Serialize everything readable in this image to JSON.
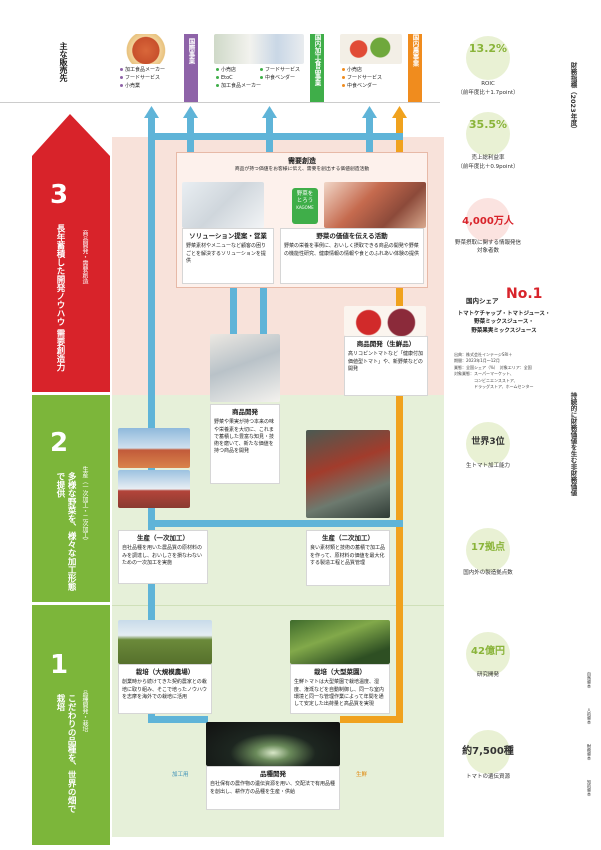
{
  "header": {
    "sales_label": "主な販売先"
  },
  "segments": [
    {
      "name": "国際事業",
      "color": "#8e63a8",
      "items": [
        "加工食品メーカー",
        "フードサービス",
        "小売業"
      ]
    },
    {
      "name": "国内加工食品事業",
      "color": "#3fae49",
      "items_left": [
        "小売店",
        "EtoC",
        "加工食品メーカー"
      ],
      "items_right": [
        "フードサービス",
        "中食ベンダー"
      ]
    },
    {
      "name": "国内農事業",
      "color": "#f08c1e",
      "items": [
        "小売店",
        "フードサービス",
        "中食ベンダー"
      ]
    }
  ],
  "stages": [
    {
      "num": "3",
      "title": "長年蓄積した開発ノウハウ 需要創造力",
      "sub": "商品開発・需要創造",
      "color": "#d8232a"
    },
    {
      "num": "2",
      "title": "多様な野菜を、様々な加工形態で提供",
      "sub": "生産（一次加工・二次加工）",
      "color": "#7cb63a"
    },
    {
      "num": "1",
      "title": "こだわりの品種を、世界の畑で栽培",
      "sub": "品種開発・栽培",
      "color": "#7cb63a"
    }
  ],
  "demand": {
    "title": "需要創造",
    "desc": "商品が持つ価値をお客様に伝え、需要を創出する価値創造活動"
  },
  "cards": {
    "solution": {
      "title": "ソリューション提案・営業",
      "body": "野菜素材やメニューなど顧客の困りごとを解決するソリューションを提供"
    },
    "vegvalue": {
      "title": "野菜の価値を伝える活動",
      "body": "野菜の栄養を事例に、おいしく摂取できる商品の開発や野菜の機能性研究、健康情報の情報や食とのふれあい体験の提供"
    },
    "fresh": {
      "title": "商品開発（生鮮品）",
      "body": "高リコピントマトなど「健康付加価値型トマト」や、新野菜などの開発"
    },
    "product": {
      "title": "商品開発",
      "body": "野菜や果実が持つ本来の味や栄養素を大切に、これまで蓄積した豊富な知見・技術を磨いて、新たな価値を持つ商品を開発"
    },
    "primary": {
      "title": "生産（一次加工）",
      "body": "自社品種を用いた農品質の原材料のみを調達し、おいしさを損なわないための一次加工を実施"
    },
    "secondary": {
      "title": "生産（二次加工）",
      "body": "良い素材類と技術の蓄積で加工品を作って、原材料の価値を最大化する製造工程と品質管理"
    },
    "farm_large": {
      "title": "栽培（大規模農場）",
      "body": "創業時から続けてきた契約農家との栽培に取り組み、そこで培ったノウハウを志摩を海外での栽培に活用"
    },
    "farm_green": {
      "title": "栽培（大型菜園）",
      "body": "生鮮トマトは大型菜園で栽培温度、湿度、潅漑などを自動制御し、同一な室内環境と同一な管理作業によって年間を通して安定した出荷量と高品質を実現"
    },
    "breeding": {
      "title": "品種開発",
      "body": "自社保有の農作物の遺伝資源を用い、交配法で有用品種を創出し、耕作方の品種を生産・供給"
    }
  },
  "logo": {
    "line1": "野菜を",
    "line2": "とろう",
    "brand": "KAGOME"
  },
  "flow_labels": {
    "processing": "加工用",
    "fresh": "生鮮"
  },
  "kpis": {
    "roic": {
      "value": "13.2%",
      "label": "ROIC",
      "sub": "（前年度比＋1.7point）"
    },
    "gross": {
      "value": "35.5%",
      "label": "売上総利益率",
      "sub": "（前年度比＋0.9point）"
    },
    "reach": {
      "value": "4,000万人",
      "label": "野菜摂取に関する情報発信対象者数"
    },
    "share": {
      "prefix": "国内シェア",
      "value": "No.1",
      "products": [
        "トマトケチャップ・トマトジュース・",
        "野菜ミックスジュース・",
        "野菜果実ミックスジュース"
      ],
      "notes": [
        "出典：株式会社インテージSRI＋",
        "期間：2023年1月〜12月",
        "業態：全国シェア（%）　対象エリア：全国",
        "対象業態：スーパーマーケット、",
        "コンビニエンスストア、",
        "ドラッグストア、ホームセンター"
      ]
    },
    "world": {
      "value": "世界3位",
      "label": "生トマト加工能力"
    },
    "bases": {
      "value": "17拠点",
      "label": "国内外の製造拠点数"
    },
    "rnd": {
      "value": "42億円",
      "label": "研究開発"
    },
    "genetic": {
      "value": "約7,500種",
      "label": "トマトの遺伝資源"
    }
  },
  "side_titles": {
    "financial": "財務指標（2023年度）",
    "nonfinancial": "持続的に財務価値を生む非財務価値"
  },
  "legend": [
    "自然資本",
    "人的資本",
    "財務資本",
    "知的資本"
  ]
}
